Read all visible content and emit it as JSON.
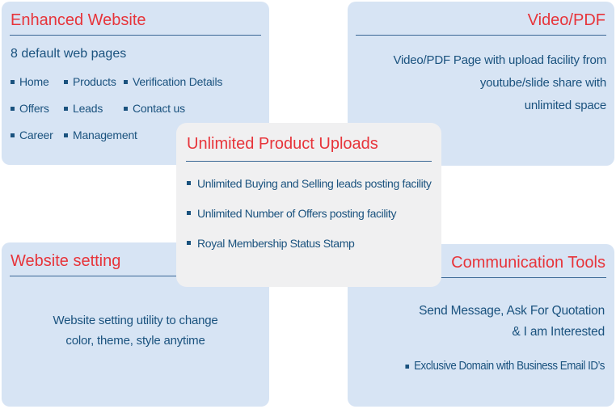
{
  "colors": {
    "panel_blue": "#d7e4f4",
    "panel_gray": "#f0f0f1",
    "title_red": "#e7343a",
    "text_blue": "#1a527e",
    "rule_blue": "#3a6795"
  },
  "panels": {
    "enhanced_website": {
      "title": "Enhanced Website",
      "subtitle": "8 default web pages",
      "pages": [
        "Home",
        "Products",
        "Verification Details",
        "Offers",
        "Leads",
        "Contact us",
        "Career",
        "Management"
      ]
    },
    "video_pdf": {
      "title": "Video/PDF",
      "lines": [
        "Video/PDF Page with upload facility from",
        "youtube/slide share with",
        "unlimited space"
      ]
    },
    "unlimited_product_uploads": {
      "title": "Unlimited Product Uploads",
      "items": [
        "Unlimited Buying and Selling leads posting facility",
        "Unlimited Number of Offers posting facility",
        "Royal Membership Status Stamp"
      ]
    },
    "website_setting": {
      "title": "Website setting",
      "lines": [
        "Website setting utility to change",
        "color, theme, style anytime"
      ]
    },
    "communication_tools": {
      "title": "Communication Tools",
      "lines": [
        "Send Message, Ask For Quotation",
        "& I am Interested"
      ],
      "bullet_item": "Exclusive Domain with Business Email ID’s"
    }
  }
}
